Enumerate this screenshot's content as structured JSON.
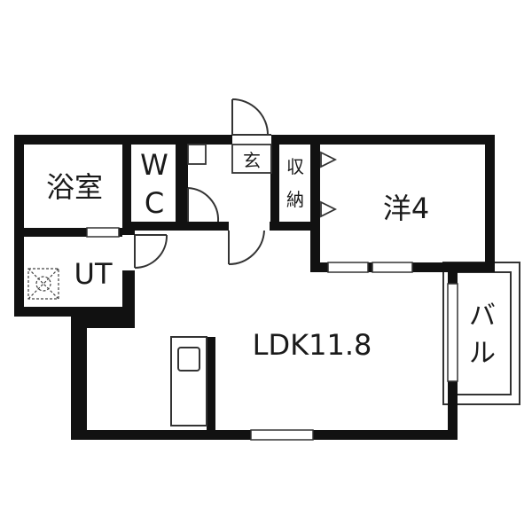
{
  "floor_plan": {
    "rooms": {
      "bath": "浴室",
      "wc_w": "W",
      "wc_c": "C",
      "entrance": "玄",
      "storage_1": "収",
      "storage_2": "納",
      "western": "洋4",
      "utility": "UT",
      "ldk": "LDK11.8",
      "balcony_1": "バ",
      "balcony_2": "ル"
    },
    "colors": {
      "wall": "#111111",
      "line": "#333333",
      "background": "#ffffff"
    }
  }
}
